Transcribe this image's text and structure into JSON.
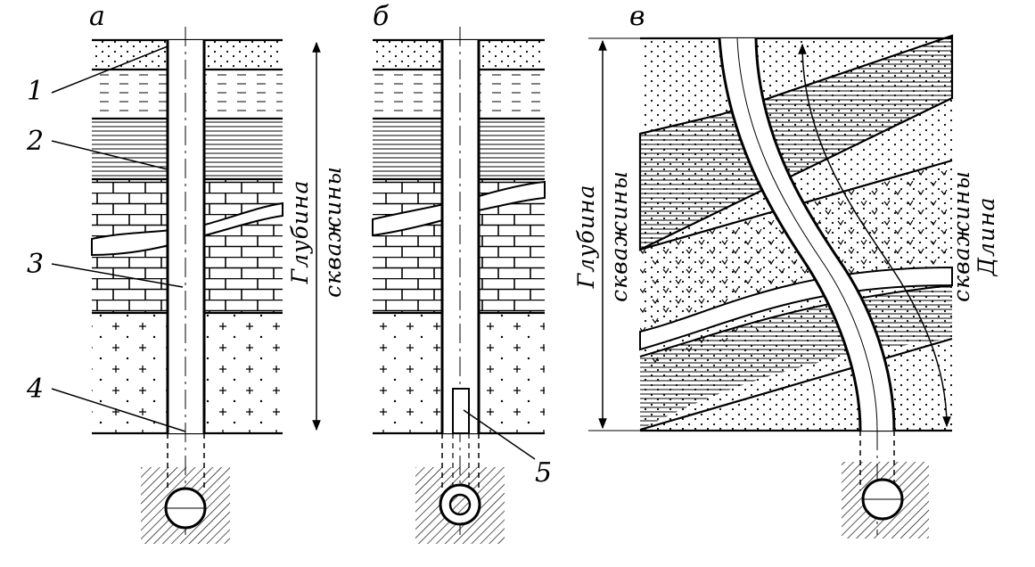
{
  "panels": [
    {
      "label": "а"
    },
    {
      "label": "б"
    },
    {
      "label": "в"
    }
  ],
  "callouts": [
    "1",
    "2",
    "3",
    "4",
    "5"
  ],
  "dimensions": {
    "depth_line1": "Глубина",
    "depth_line2": "скважины",
    "length_line1": "Длина",
    "length_line2": "скважины"
  }
}
